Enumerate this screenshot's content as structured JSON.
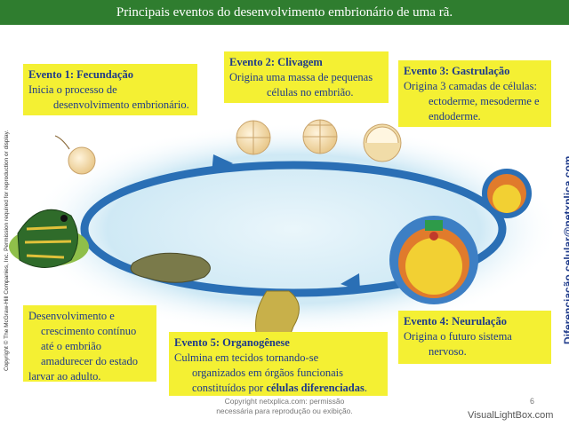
{
  "title": "Principais eventos do desenvolvimento embrionário de uma rã.",
  "events": {
    "e1": {
      "heading": "Evento 1: Fecundação",
      "line1": "Inicia o processo de",
      "line2": "desenvolvimento embrionário."
    },
    "e2": {
      "heading": "Evento 2: Clivagem",
      "line1": "Origina uma massa de pequenas",
      "line2": "células no embrião."
    },
    "e3": {
      "heading": "Evento 3: Gastrulação",
      "line1": "Origina 3 camadas de células:",
      "line2": "ectoderme, mesoderme e",
      "line3": "endoderme."
    },
    "e4": {
      "heading": "Evento 4: Neurulação",
      "line1": "Origina o futuro sistema",
      "line2": "nervoso."
    },
    "e5": {
      "heading": "Evento 5: Organogênese",
      "line1": "Culmina em tecidos tornando-se",
      "line2": "organizados em órgãos funcionais",
      "line3": "constituídos por",
      "line3_bold": "células diferenciadas",
      "line3_end": "."
    },
    "dev": {
      "line1": "Desenvolvimento e",
      "line2": "crescimento contínuo",
      "line3": "até o embrião",
      "line4": "amadurecer do estado",
      "line5": "larvar ao adulto."
    }
  },
  "side_left": "Copyright © The McGraw-Hill Companies, Inc. Permission required for reproduction or display.",
  "side_right": "Diferenciação celular@netxplica.com",
  "footer": {
    "line1": "Copyright netxplica.com: permissão",
    "line2": "necessária para reprodução ou exibição."
  },
  "page_number": "6",
  "watermark": "VisualLightBox.com",
  "colors": {
    "title_bg": "#2f7d2f",
    "box_bg": "#f4f033",
    "box_text": "#1e3a8a",
    "arrow": "#2a6fb5"
  }
}
